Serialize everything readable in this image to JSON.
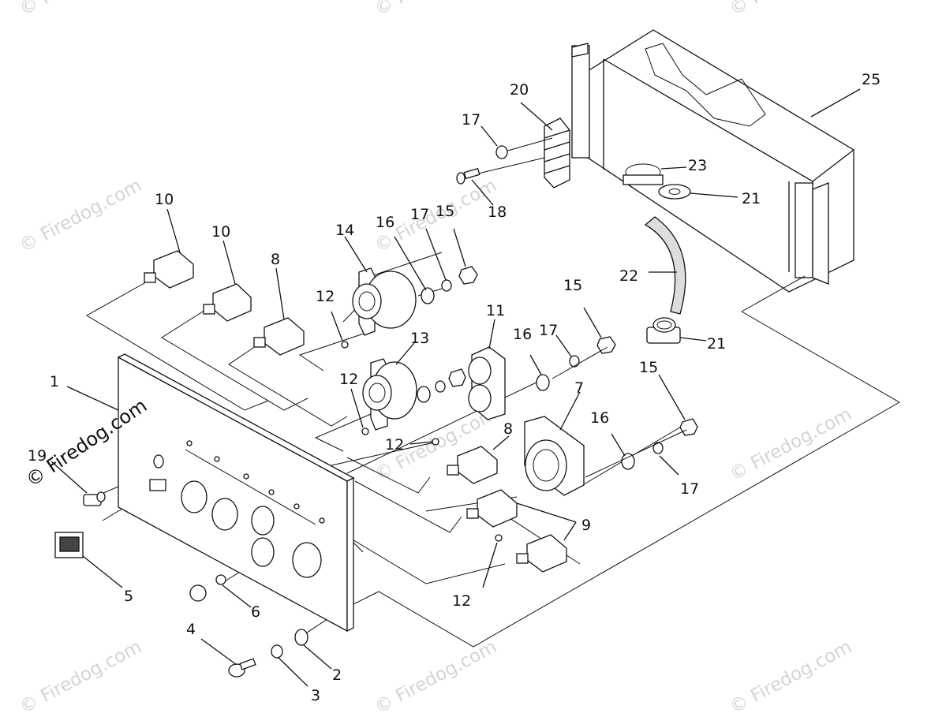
{
  "watermark": {
    "text": "© Firedog.com",
    "dark_text": "© Firedog.com"
  },
  "labels": {
    "l1": "1",
    "l2": "2",
    "l3": "3",
    "l4": "4",
    "l5": "5",
    "l6": "6",
    "l7": "7",
    "l8a": "8",
    "l8b": "8",
    "l9": "9",
    "l10a": "10",
    "l10b": "10",
    "l11": "11",
    "l12a": "12",
    "l12b": "12",
    "l12c": "12",
    "l12d": "12",
    "l13": "13",
    "l14": "14",
    "l15a": "15",
    "l15b": "15",
    "l15c": "15",
    "l16a": "16",
    "l16b": "16",
    "l16c": "16",
    "l17a": "17",
    "l17b": "17",
    "l17c": "17",
    "l17d": "17",
    "l18": "18",
    "l19": "19",
    "l20": "20",
    "l21a": "21",
    "l21b": "21",
    "l22": "22",
    "l23": "23",
    "l25": "25"
  },
  "colors": {
    "line": "#111111",
    "watermark": "#d4d4d4",
    "background": "#ffffff"
  }
}
